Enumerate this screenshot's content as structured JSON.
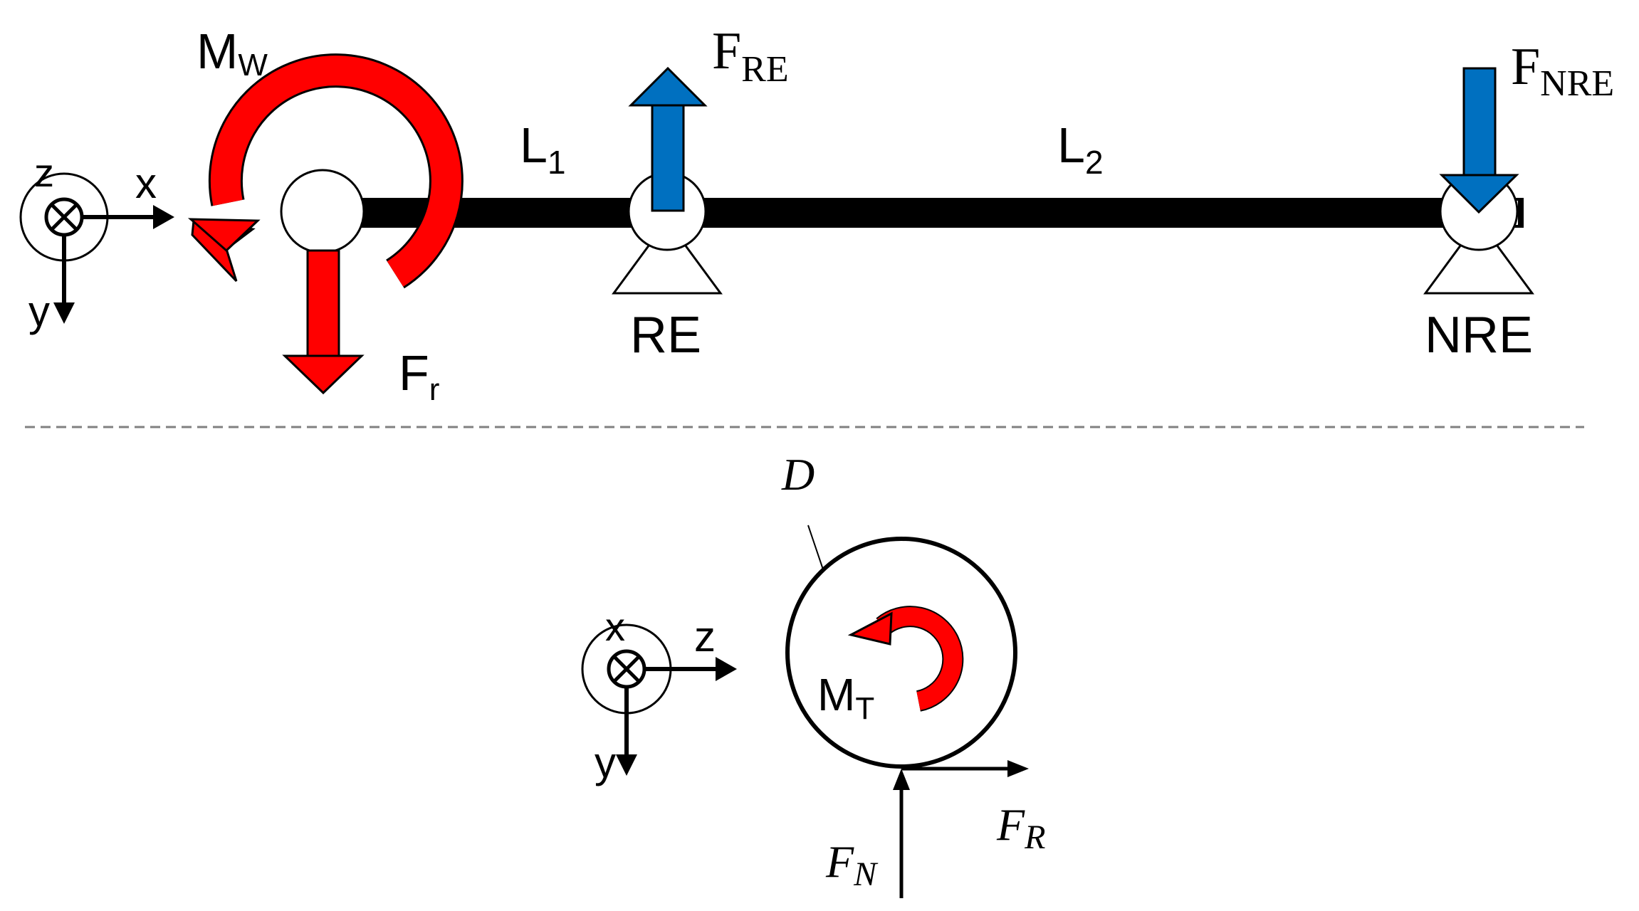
{
  "colors": {
    "beam": "#000000",
    "wheel_load": "#ff0000",
    "bearing_force": "#0070c0",
    "divider": "#808080"
  },
  "top_view": {
    "axes": {
      "out_of_plane": "z",
      "horizontal": "x",
      "vertical": "y"
    },
    "moment": {
      "main": "M",
      "sub": "W"
    },
    "radial_force": {
      "main": "F",
      "sub": "r"
    },
    "span1": {
      "main": "L",
      "sub": "1"
    },
    "span2": {
      "main": "L",
      "sub": "2"
    },
    "re_force": {
      "main": "F",
      "sub": "RE"
    },
    "nre_force": {
      "main": "F",
      "sub": "NRE"
    },
    "support_left": "RE",
    "support_right": "NRE"
  },
  "bottom_view": {
    "axes": {
      "out_of_plane": "x",
      "horizontal": "z",
      "vertical": "y"
    },
    "diameter": "D",
    "torque": {
      "main": "M",
      "sub": "T"
    },
    "rolling_force": {
      "main": "F",
      "sub": "R"
    },
    "normal_force": {
      "main": "F",
      "sub": "N"
    }
  }
}
